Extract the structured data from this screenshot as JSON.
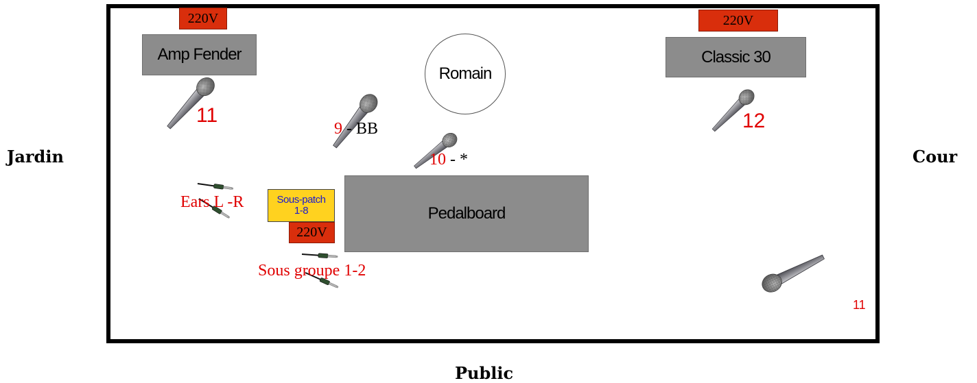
{
  "sides": {
    "left": "Jardin",
    "right": "Cour",
    "front": "Public"
  },
  "power_labels": [
    "220V",
    "220V",
    "220V"
  ],
  "equipment": {
    "amp_left": "Amp Fender",
    "amp_right": "Classic 30",
    "pedalboard": "Pedalboard",
    "musician": "Romain",
    "subpatch": "Sous-patch 1-8"
  },
  "mics": [
    {
      "number": "11"
    },
    {
      "number": "9",
      "suffix": " - BB"
    },
    {
      "number": "10",
      "suffix": " - *"
    },
    {
      "number": "12"
    },
    {
      "number": "11"
    }
  ],
  "lines": {
    "ears": "Ears L -R",
    "subgroup": "Sous groupe 1-2"
  },
  "colors": {
    "power": "#d92e0c",
    "equipment_box": "#8c8c8c",
    "subpatch": "#ffd21f",
    "channel_number": "#e00000"
  },
  "icons": [
    "microphone-icon",
    "jack-cable-icon"
  ]
}
